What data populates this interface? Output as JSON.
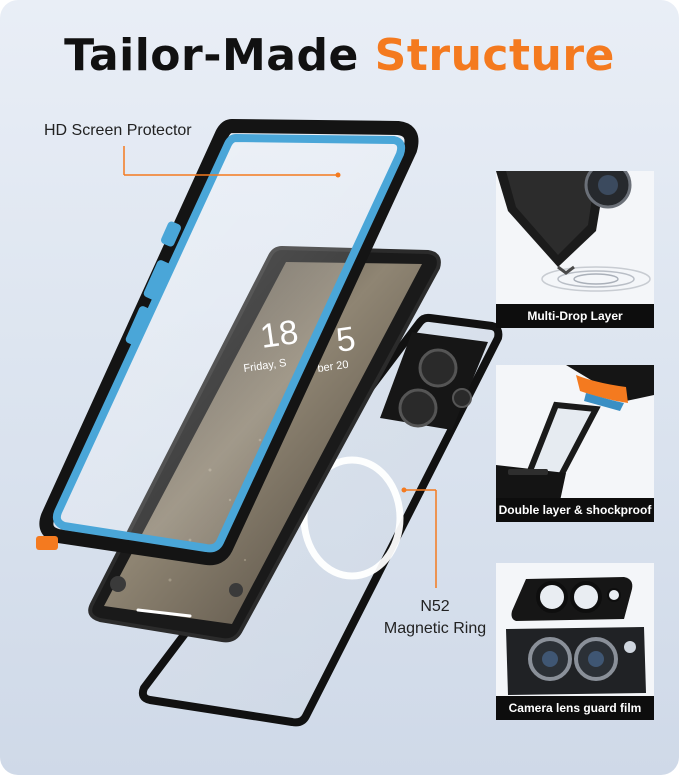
{
  "title": {
    "part1": "Tailor-Made",
    "part2": "Structure"
  },
  "callouts": {
    "hd_screen": "HD Screen Protector",
    "magnetic_line1": "N52",
    "magnetic_line2": "Magnetic Ring"
  },
  "phone_screen": {
    "time_left": "18",
    "time_right": "5",
    "date_left": "Friday, S",
    "date_right": "ber 20"
  },
  "panels": [
    {
      "caption": "Multi-Drop Layer"
    },
    {
      "caption": "Double layer & shockproof"
    },
    {
      "caption": "Camera lens guard film"
    }
  ],
  "colors": {
    "accent": "#f47a1f",
    "case_blue": "#4aa6d8",
    "case_black": "#141414"
  }
}
